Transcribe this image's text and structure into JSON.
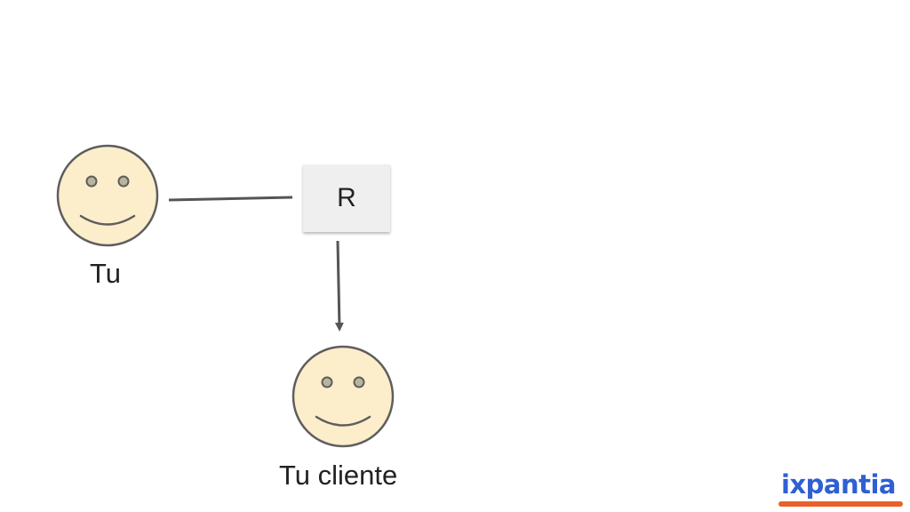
{
  "diagram": {
    "nodes": {
      "tu": {
        "label": "Tu"
      },
      "r": {
        "label": "R"
      },
      "cliente": {
        "label": "Tu cliente"
      }
    },
    "edges": [
      {
        "from": "tu",
        "to": "r",
        "directed": false
      },
      {
        "from": "r",
        "to": "cliente",
        "directed": true
      }
    ]
  },
  "logo": {
    "text": "ixpantia",
    "text_color": "#2f5fd3",
    "underline_color": "#e8612c"
  },
  "colors": {
    "face_fill": "#fdeecb",
    "face_stroke": "#5e5e5e",
    "eye_fill": "#b9b59b",
    "connector": "#555555",
    "box_fill": "#efefef"
  }
}
